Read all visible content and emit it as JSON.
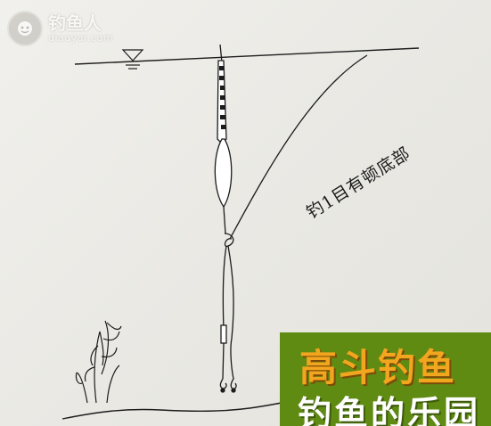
{
  "watermark": {
    "name": "钓鱼人",
    "url": "diaoyur.com"
  },
  "annotation": {
    "text": "钓1目有顿底部"
  },
  "banner": {
    "title": "高斗钓鱼",
    "subtitle": "钓鱼的乐园"
  },
  "colors": {
    "banner_bg": "#5f8b13",
    "banner_title": "#f2a51e",
    "banner_sub": "#ffffff",
    "ink": "#1c1c1c",
    "paper": "#ecebe6"
  },
  "icons": [
    "water-level-icon",
    "fishing-float",
    "hooks",
    "weed-plant"
  ]
}
